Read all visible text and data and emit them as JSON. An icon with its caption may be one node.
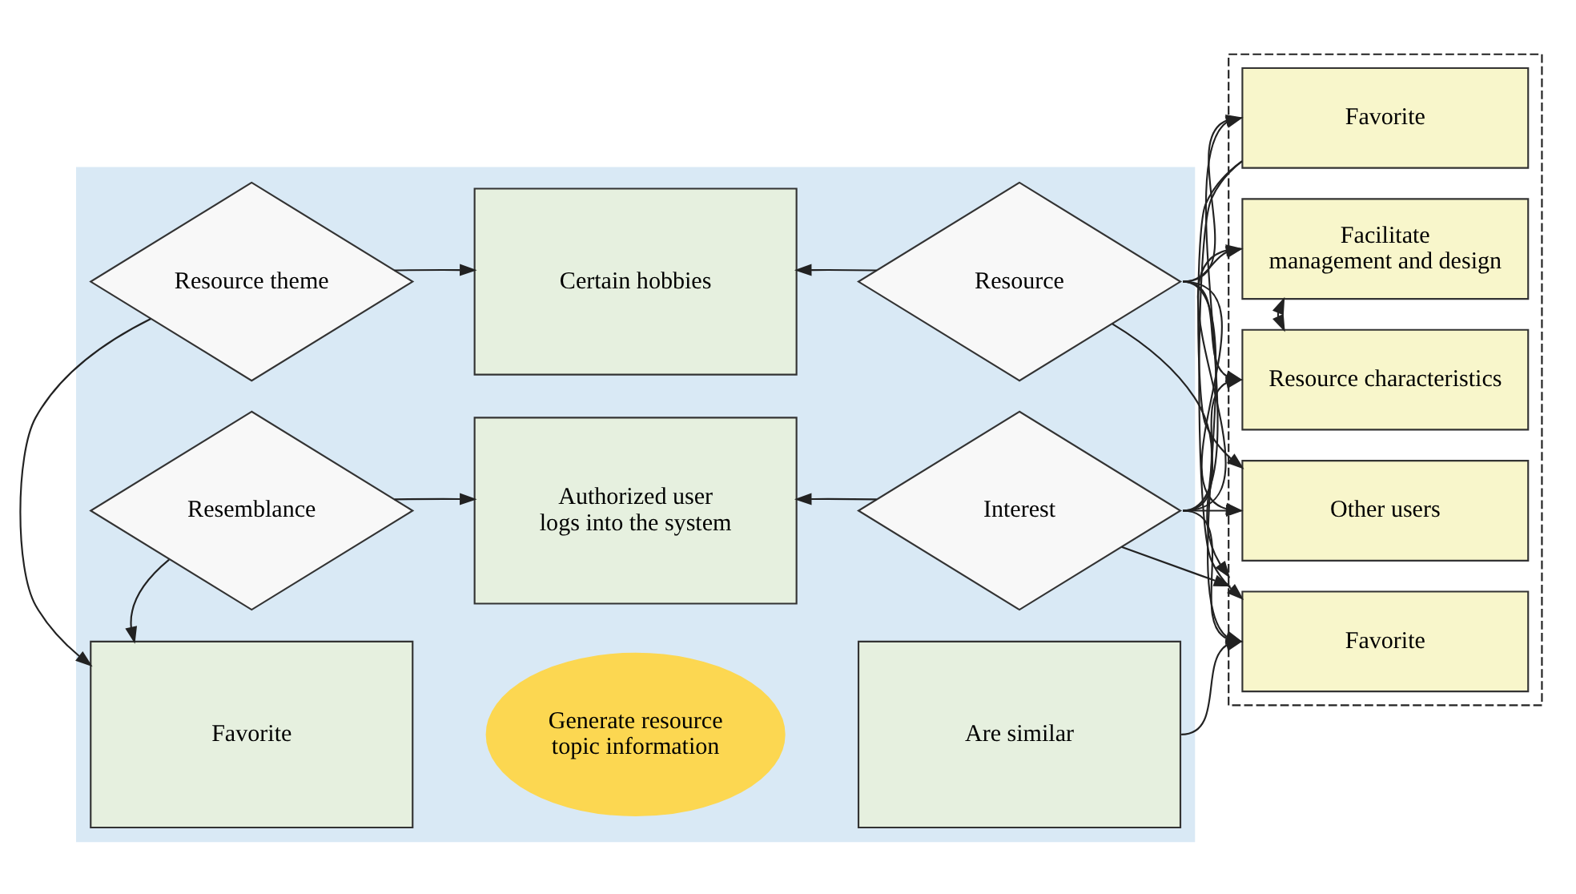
{
  "diagram": {
    "nodes": [
      {
        "text": [],
        "shape": "box"
      },
      {
        "text": [
          "Resource theme"
        ],
        "in": 0
      },
      {
        "text": [
          "Certain hobbies"
        ],
        "in": 0
      },
      {
        "text": [
          "Resource"
        ],
        "in": 0
      },
      {
        "text": [
          "Favorite"
        ],
        "in": 0
      },
      {
        "text": [
          "Generate resource topic information"
        ],
        "in": 0
      },
      {
        "text": [
          "Are similar"
        ],
        "in": 0
      },
      {
        "text": [
          "Resemblance"
        ],
        "in": 0
      },
      {
        "text": [
          "Authorized user logs into the system"
        ],
        "in": 0
      },
      {
        "text": [
          "Interest"
        ],
        "in": 0
      },
      {
        "text": [],
        "shape": "box"
      },
      {
        "text": [
          "Favorite"
        ],
        "in": 10
      },
      {
        "text": [
          "Other users"
        ],
        "in": 10
      },
      {
        "text": [
          "Favorite"
        ],
        "in": 10
      },
      {
        "text": [
          "Resource characteristics"
        ],
        "in": 10
      },
      {
        "text": [
          "Facilitate management and design"
        ],
        "in": 10
      }
    ],
    "edges": [
      {
        "from": 1,
        "to": 2,
        "arrow": "to"
      },
      {
        "from": 3,
        "to": 2,
        "arrow": "to"
      },
      {
        "from": 3,
        "to": 10,
        "arrow": "to"
      },
      {
        "from": 1,
        "to": 4,
        "arrow": "to"
      },
      {
        "from": 7,
        "to": 4,
        "arrow": "to"
      },
      {
        "from": 7,
        "to": 8,
        "arrow": "to"
      },
      {
        "from": 9,
        "to": 8,
        "arrow": "to"
      },
      {
        "from": 9,
        "to": 10,
        "arrow": "to"
      },
      {
        "from": 3,
        "to": 11,
        "arrow": "to"
      },
      {
        "from": 3,
        "to": 12,
        "arrow": "to"
      },
      {
        "from": 3,
        "to": 13,
        "arrow": "to"
      },
      {
        "from": 3,
        "to": 14,
        "arrow": "to"
      },
      {
        "from": 3,
        "to": 15,
        "arrow": "to"
      },
      {
        "from": 9,
        "to": 11,
        "arrow": "to"
      },
      {
        "from": 9,
        "to": 12,
        "arrow": "to"
      },
      {
        "from": 9,
        "to": 13,
        "arrow": "to"
      },
      {
        "from": 9,
        "to": 14,
        "arrow": "to"
      },
      {
        "from": 9,
        "to": 15,
        "arrow": "to"
      },
      {
        "from": 6,
        "to": 13,
        "arrow": "to"
      },
      {
        "from": 11,
        "to": 12,
        "arrow": "to"
      },
      {
        "from": 11,
        "to": 13,
        "arrow": "to"
      },
      {
        "from": 14,
        "to": 15,
        "arrow": "both"
      }
    ]
  }
}
